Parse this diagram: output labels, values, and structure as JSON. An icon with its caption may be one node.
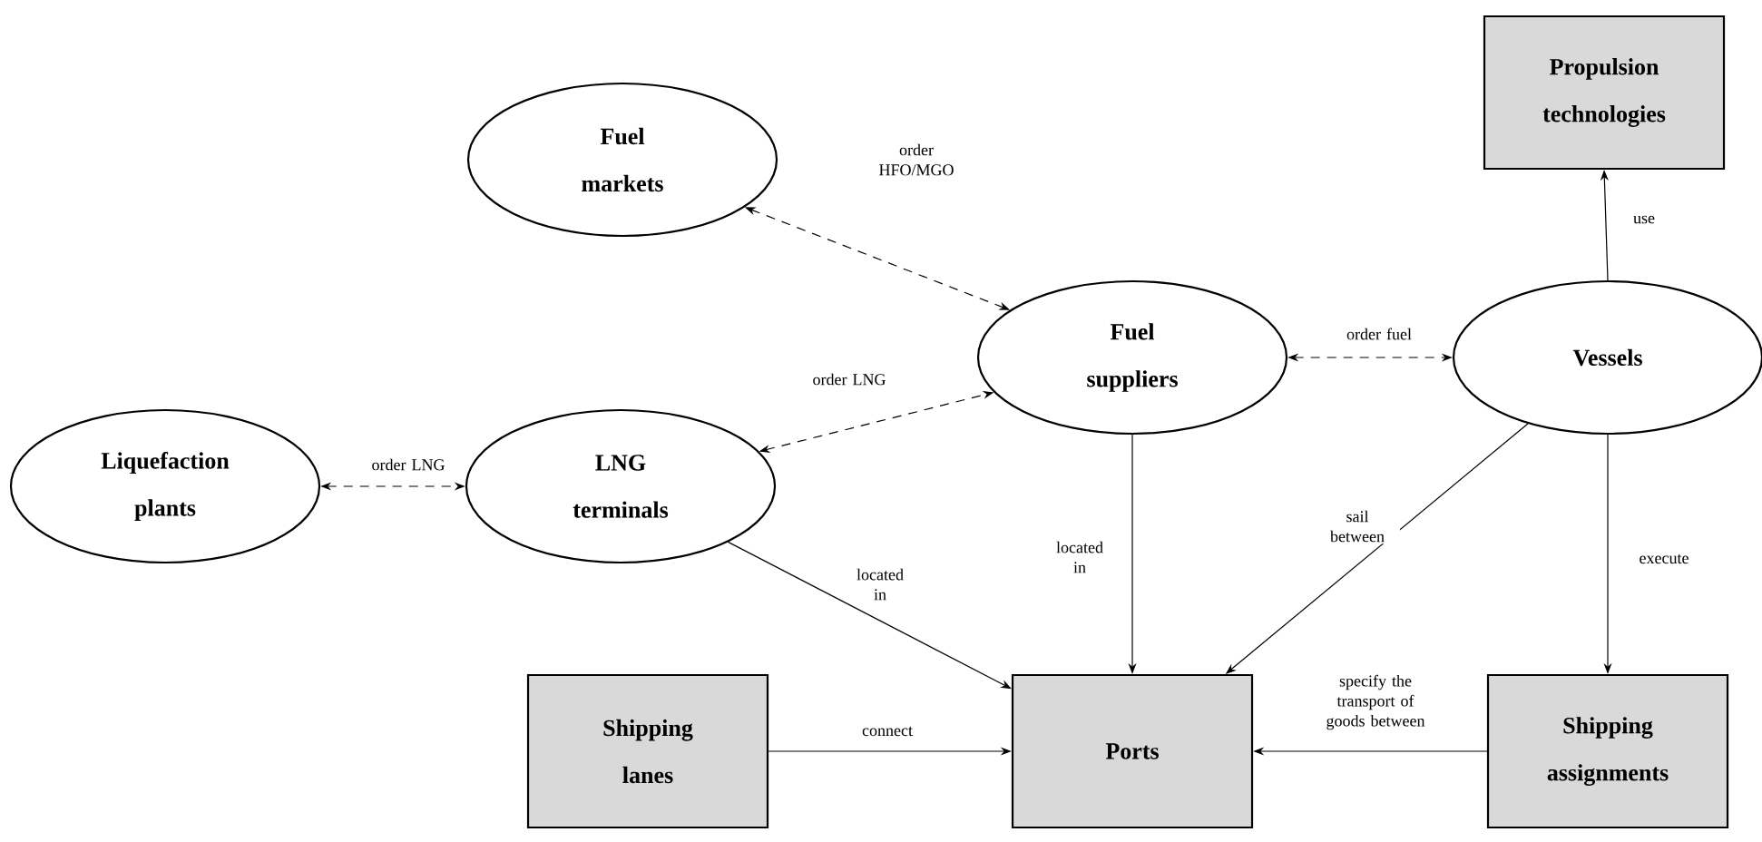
{
  "diagram": {
    "nodes": [
      {
        "text": [
          "Fuel markets"
        ]
      },
      {
        "text": [
          "Propulsion technologies"
        ]
      },
      {
        "text": [
          "Fuel suppliers"
        ]
      },
      {
        "text": [
          "Vessels"
        ]
      },
      {
        "text": [
          "Liquefaction plants"
        ]
      },
      {
        "text": [
          "LNG terminals"
        ]
      },
      {
        "text": [
          "Shipping lanes"
        ]
      },
      {
        "text": [
          "Ports"
        ]
      },
      {
        "text": [
          "Shipping assignments"
        ]
      }
    ],
    "edges": [
      {
        "from": 0,
        "to": 2,
        "arrow": "both",
        "label": "order HFO/MGO",
        "style": "dashed"
      },
      {
        "from": 2,
        "to": 3,
        "arrow": "both",
        "label": "order fuel",
        "style": "dashed"
      },
      {
        "from": 5,
        "to": 2,
        "arrow": "both",
        "label": "order LNG",
        "style": "dashed"
      },
      {
        "from": 4,
        "to": 5,
        "arrow": "both",
        "label": "order LNG",
        "style": "dashed"
      },
      {
        "from": 3,
        "to": 1,
        "arrow": "to",
        "label": "use"
      },
      {
        "from": 5,
        "to": 7,
        "arrow": "to",
        "label": "located in"
      },
      {
        "from": 2,
        "to": 7,
        "arrow": "to",
        "label": "located in"
      },
      {
        "from": 3,
        "to": 7,
        "arrow": "to",
        "label": "sail between"
      },
      {
        "from": 3,
        "to": 8,
        "arrow": "to",
        "label": "execute"
      },
      {
        "from": 6,
        "to": 7,
        "arrow": "to",
        "label": "connect"
      },
      {
        "from": 8,
        "to": 7,
        "arrow": "to",
        "label": "specify the transport of goods between"
      }
    ]
  }
}
